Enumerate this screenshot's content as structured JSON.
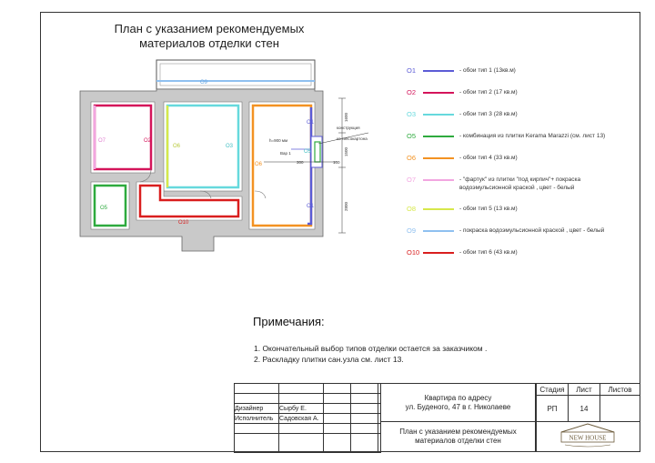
{
  "title": {
    "line1": "План с указанием рекомендуемых",
    "line2": "материалов отделки стен"
  },
  "plan_labels": {
    "o9_top": "O9",
    "o7": "O7",
    "o2": "O2",
    "o6_left": "O6",
    "o3": "O3",
    "o6_right": "O6",
    "o1_top": "O1",
    "o5_center": "O5",
    "o1_bottom": "O1",
    "o5_small": "O5",
    "o10": "O10",
    "h900": "h=900 мм",
    "var1": "Вар 1",
    "dim300": "300",
    "dim100": "100",
    "dim1600": "1600",
    "dim1500": "1500",
    "dim2800": "2800",
    "construction1": "конструкция",
    "construction2": "из гипсокартона"
  },
  "legend": {
    "items": [
      {
        "code": "O1",
        "color": "#5b5bd6",
        "text": "- обои тип 1 (13кв.м)"
      },
      {
        "code": "O2",
        "color": "#d4145a",
        "text": "- обои тип 2 (17 кв.м)"
      },
      {
        "code": "O3",
        "color": "#66d9dd",
        "text": "- обои тип 3 (28 кв.м)"
      },
      {
        "code": "O5",
        "color": "#2eaa3e",
        "text": "- комбинация из плитки  Kerama Marazzi  (см. лист 13)"
      },
      {
        "code": "O6",
        "color": "#f39222",
        "text": "- обои тип 4 (33 кв.м)"
      },
      {
        "code": "O7",
        "color": "#f2a6e0",
        "text": "- \"фартук\" из плитки \"под кирпич\"+ покраска водоэмульсионной краской  , цвет - белый"
      },
      {
        "code": "O8",
        "color": "#d7e84a",
        "text": "- обои тип 5 (13 кв.м)"
      },
      {
        "code": "O9",
        "color": "#8fc0f0",
        "text": "- покраска водоэмульсионной краской  , цвет - белый"
      },
      {
        "code": "O10",
        "color": "#d91e1e",
        "text": "- обои тип 6 (43 кв.м)"
      }
    ]
  },
  "notes": {
    "title": "Примечания:",
    "items": [
      "1. Окончательный выбор типов отделки остается за заказчиком .",
      "2. Раскладку плитки сан.узла см. лист 13."
    ]
  },
  "stamp": {
    "designer_label": "Дизайнер",
    "designer_name": "Сырбу Е.",
    "executor_label": "Исполнитель",
    "executor_name": "Садовская А.",
    "address_line1": "Квартира по адресу",
    "address_line2": "ул. Буденого, 47 в г. Николаеве",
    "sheet_title_line1": "План с указанием рекомендуемых",
    "sheet_title_line2": "материалов отделки стен",
    "stage_header": "Стадия",
    "sheet_header": "Лист",
    "sheets_header": "Листов",
    "stage_value": "РП",
    "sheet_value": "14",
    "sheets_value": "",
    "logo_text": "NEW HOUSE"
  }
}
